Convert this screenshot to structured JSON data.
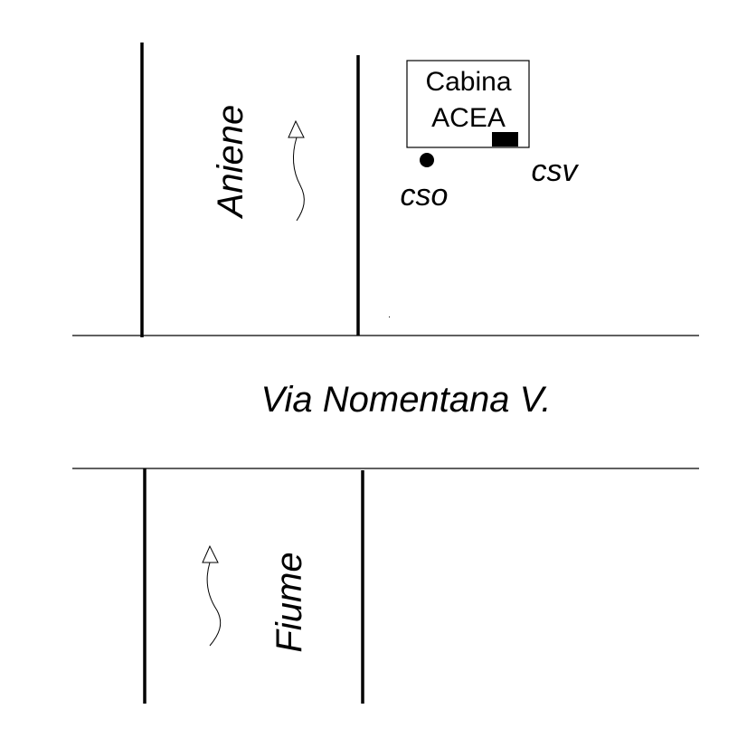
{
  "labels": {
    "river_upper": "Aniene",
    "river_lower": "Fiume",
    "road": "Via Nomentana V.",
    "cabin_line1": "Cabina",
    "cabin_line2": "ACEA",
    "cso": "cso",
    "csv": "csv"
  },
  "colors": {
    "ink": "#000000",
    "background": "#ffffff"
  }
}
